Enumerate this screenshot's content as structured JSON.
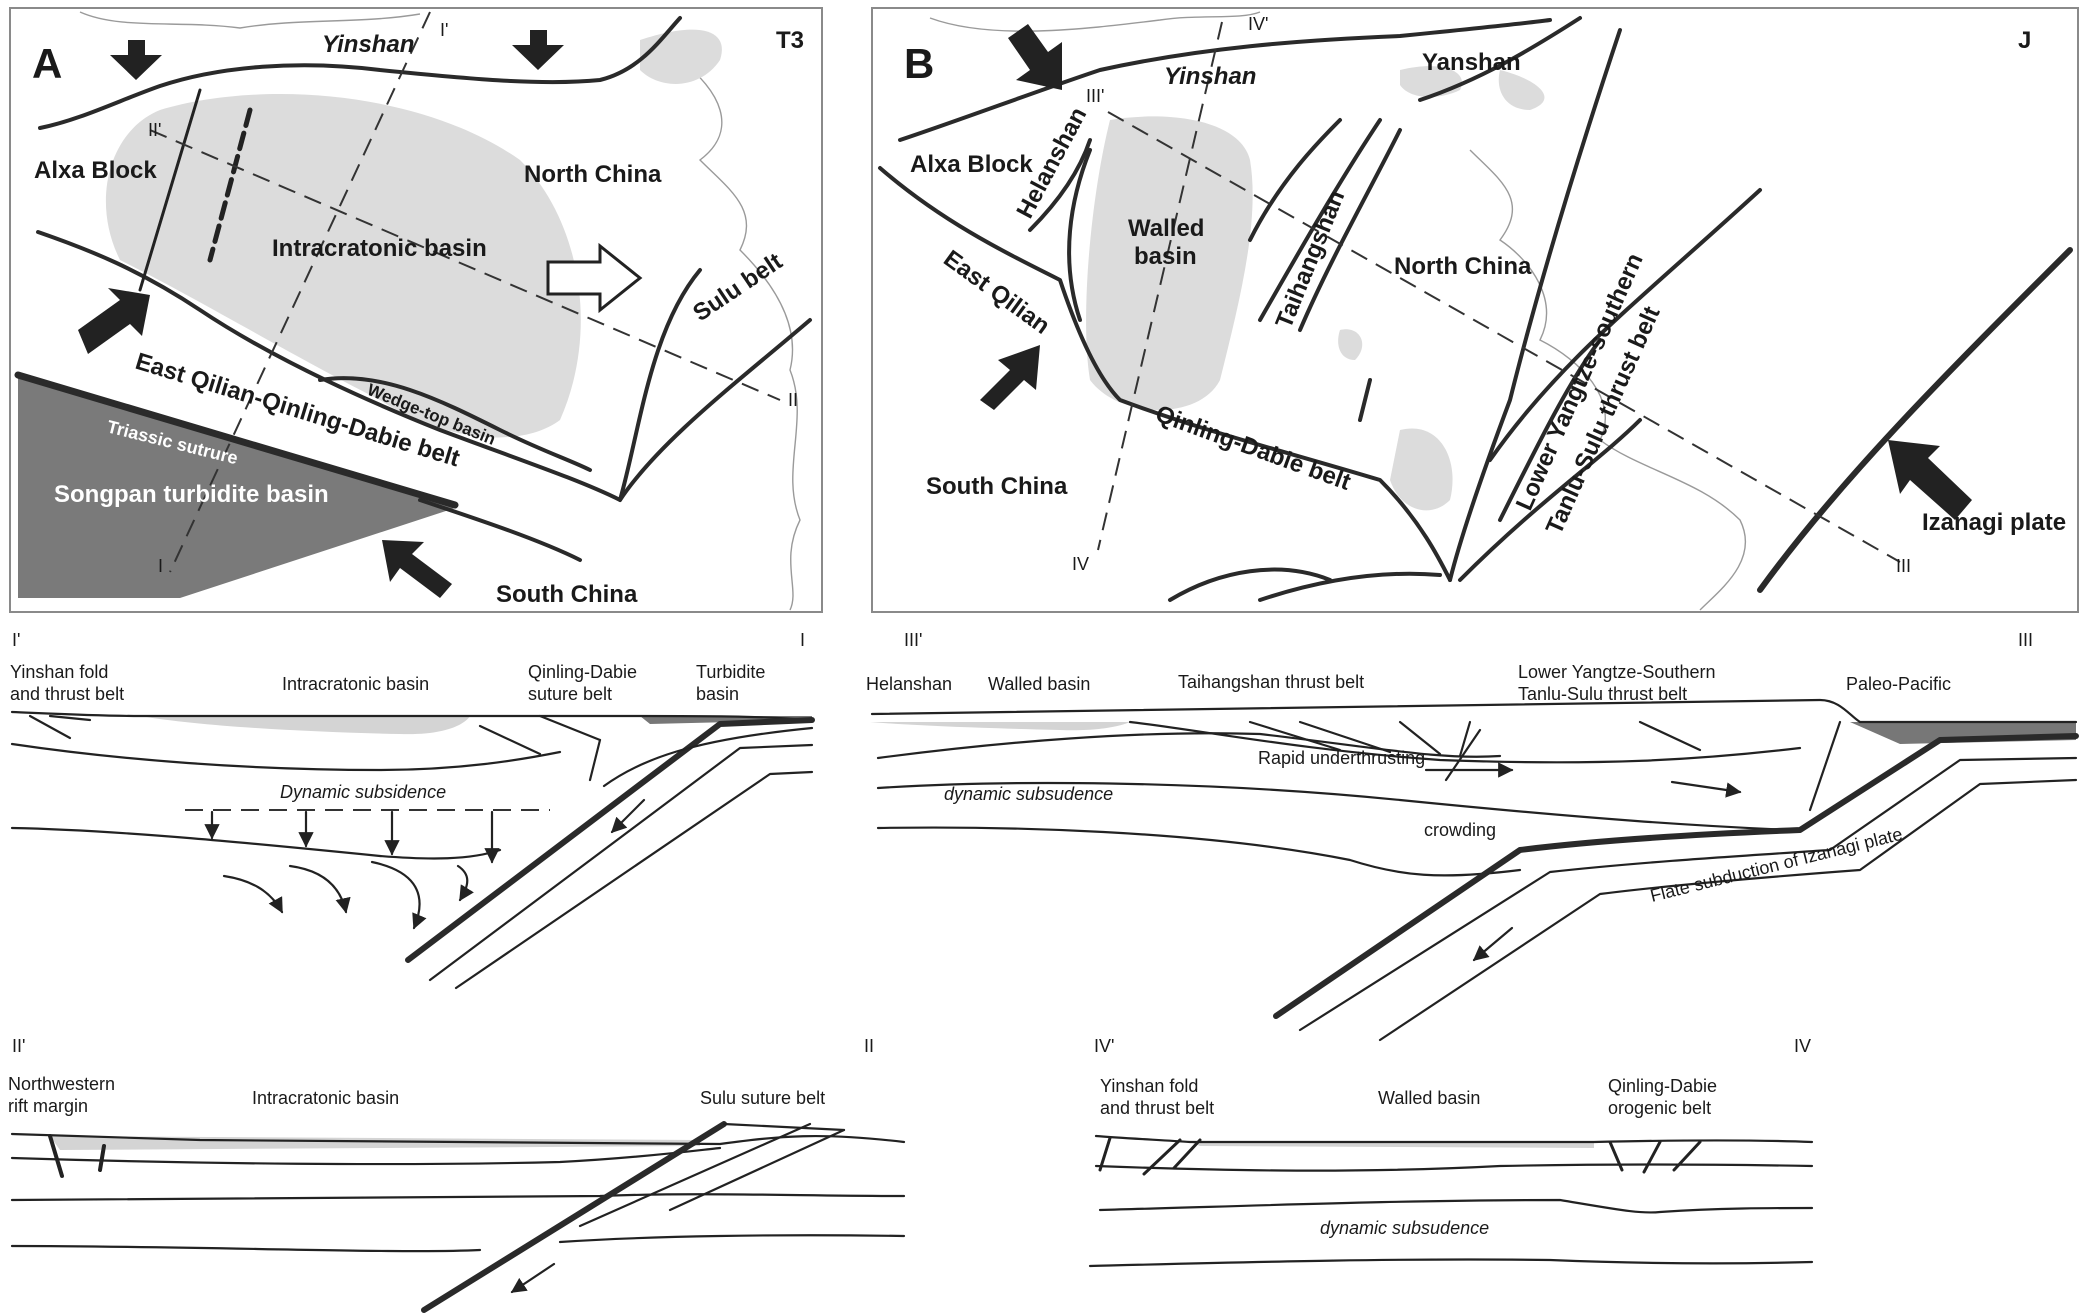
{
  "panel_a": {
    "letter": "A",
    "age": "T3",
    "labels": {
      "yinshan": "Yinshan",
      "alxa": "Alxa Block",
      "north_china": "North China",
      "intracratonic": "Intracratonic basin",
      "sulu": "Sulu belt",
      "east_qilian_belt": "East Qilian-Qinling-Dabie belt",
      "wedge_top": "Wedge-top basin",
      "triassic_suture": "Triassic sutrure",
      "songpan": "Songpan turbidite basin",
      "south_china": "South China"
    },
    "section_marks": {
      "i_prime": "I'",
      "ii_prime": "II'",
      "ii": "II",
      "i": "I"
    }
  },
  "panel_b": {
    "letter": "B",
    "age": "J",
    "labels": {
      "yinshan": "Yinshan",
      "yanshan": "Yanshan",
      "alxa": "Alxa Block",
      "helanshan": "Helanshan",
      "walled": "Walled",
      "basin": "basin",
      "taihangshan": "Taihangshan",
      "north_china": "North China",
      "east_qilian": "East Qilian",
      "lower_yangtze": "Lower Yangtze-southern",
      "tanlu_sulu": "Tanlu-Sulu thrust belt",
      "qinling_dabie": "Qinling-Dabie belt",
      "south_china": "South China",
      "izanagi": "Izanagi plate"
    },
    "section_marks": {
      "iv_prime": "IV'",
      "iii_prime": "III'",
      "iii": "III",
      "iv": "IV"
    }
  },
  "section_i": {
    "left_mark": "I'",
    "right_mark": "I",
    "yinshan_1": "Yinshan fold",
    "yinshan_2": "and thrust belt",
    "intracratonic": "Intracratonic basin",
    "qinling_1": "Qinling-Dabie",
    "qinling_2": "suture belt",
    "turbidite_1": "Turbidite",
    "turbidite_2": "basin",
    "dynamic": "Dynamic subsidence"
  },
  "section_iii": {
    "left_mark": "III'",
    "right_mark": "III",
    "helanshan": "Helanshan",
    "walled": "Walled basin",
    "taihangshan": "Taihangshan thrust belt",
    "lower_1": "Lower Yangtze-Southern",
    "lower_2": "Tanlu-Sulu thrust belt",
    "paleo": "Paleo-Pacific",
    "rapid": "Rapid underthrusting",
    "dynamic": "dynamic subsudence",
    "crowding": "crowding",
    "flat": "Flate subduction of Izanagi plate"
  },
  "section_ii": {
    "left_mark": "II'",
    "right_mark": "II",
    "nw_1": "Northwestern",
    "nw_2": "rift margin",
    "intracratonic": "Intracratonic basin",
    "sulu": "Sulu suture belt"
  },
  "section_iv": {
    "left_mark": "IV'",
    "right_mark": "IV",
    "yinshan_1": "Yinshan fold",
    "yinshan_2": "and thrust belt",
    "walled": "Walled basin",
    "qinling_1": "Qinling-Dabie",
    "qinling_2": "orogenic belt",
    "dynamic": "dynamic subsudence"
  }
}
